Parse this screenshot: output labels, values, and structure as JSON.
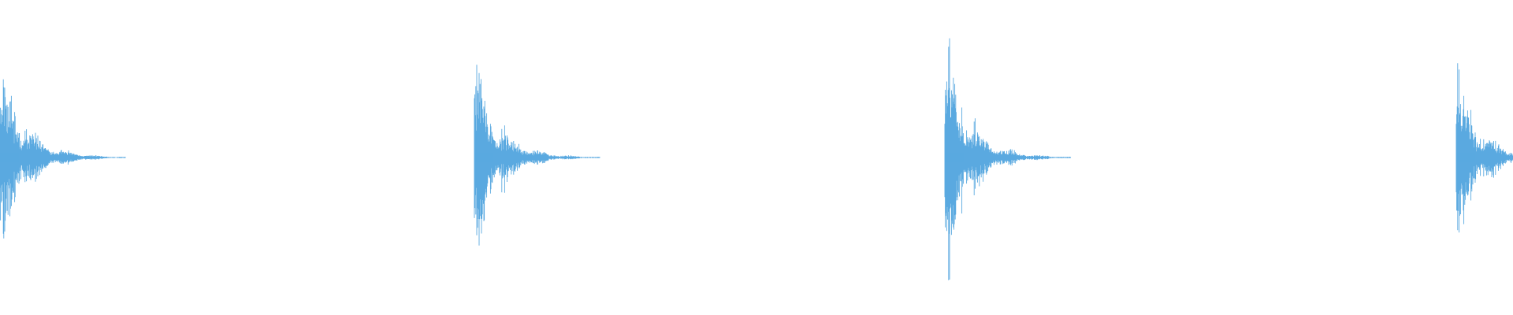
{
  "waveform": {
    "color": "#5aa9e0",
    "background": "#ffffff",
    "hits": [
      {
        "peak": 0.88,
        "seed": 11
      },
      {
        "peak": 0.85,
        "seed": 29
      },
      {
        "peak": 0.99,
        "seed": 47
      },
      {
        "peak": 0.76,
        "seed": 83
      }
    ]
  }
}
